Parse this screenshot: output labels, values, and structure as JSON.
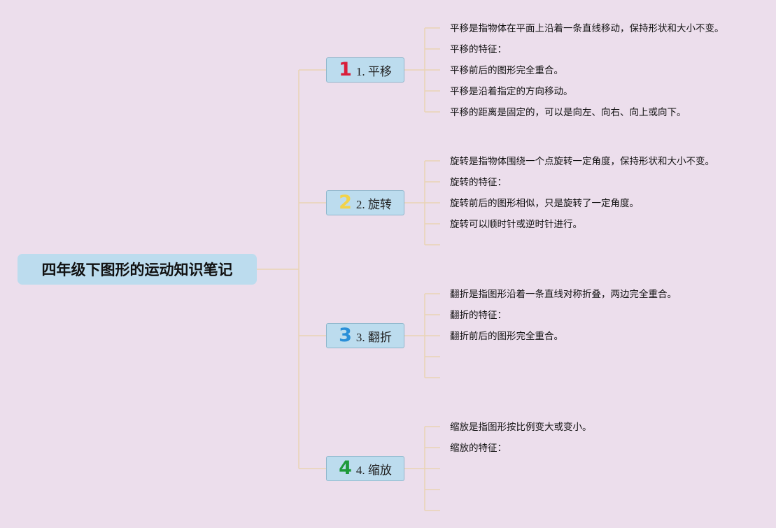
{
  "root": {
    "title": "四年级下图形的运动知识笔记"
  },
  "colors": {
    "background": "#ecdeec",
    "node_fill": "#bcdcee",
    "connector": "#e9d3b4"
  },
  "branches": [
    {
      "badge": "1",
      "badge_color": "#d91e3a",
      "label": "1. 平移",
      "leaves": [
        "平移是指物体在平面上沿着一条直线移动，保持形状和大小不变。",
        "平移的特征：",
        "平移前后的图形完全重合。",
        "平移是沿着指定的方向移动。",
        "平移的距离是固定的，可以是向左、向右、向上或向下。"
      ]
    },
    {
      "badge": "2",
      "badge_color": "#f2d34a",
      "label": "2. 旋转",
      "leaves": [
        "旋转是指物体围绕一个点旋转一定角度，保持形状和大小不变。",
        "旋转的特征：",
        "旋转前后的图形相似，只是旋转了一定角度。",
        "旋转可以顺时针或逆时针进行。",
        ""
      ]
    },
    {
      "badge": "3",
      "badge_color": "#2a8fd8",
      "label": "3. 翻折",
      "leaves": [
        "翻折是指图形沿着一条直线对称折叠，两边完全重合。",
        "翻折的特征：",
        "翻折前后的图形完全重合。",
        "",
        ""
      ]
    },
    {
      "badge": "4",
      "badge_color": "#1e9a3a",
      "label": "4. 缩放",
      "leaves": [
        "缩放是指图形按比例变大或变小。",
        "缩放的特征：",
        "",
        "",
        ""
      ]
    }
  ]
}
